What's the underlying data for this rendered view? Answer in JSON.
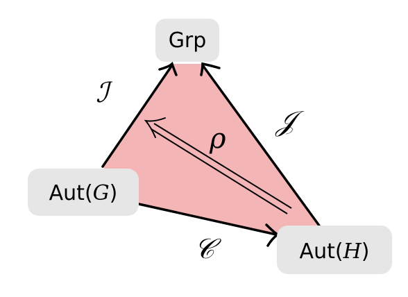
{
  "diagram": {
    "nodes": {
      "grp": {
        "label": "Grp"
      },
      "aut_g": {
        "prefix": "Aut(",
        "var": "G",
        "suffix": ")"
      },
      "aut_h": {
        "prefix": "Aut(",
        "var": "H",
        "suffix": ")"
      }
    },
    "edges": {
      "iota": {
        "label": "ℐ"
      },
      "jota": {
        "label": "𝒥"
      },
      "conj": {
        "label": "𝒞"
      }
    },
    "two_cell": {
      "label": "ρ"
    },
    "colors": {
      "fill": "#f4b5b6",
      "stroke": "#000000",
      "node_bg": "#e6e6e6"
    }
  }
}
